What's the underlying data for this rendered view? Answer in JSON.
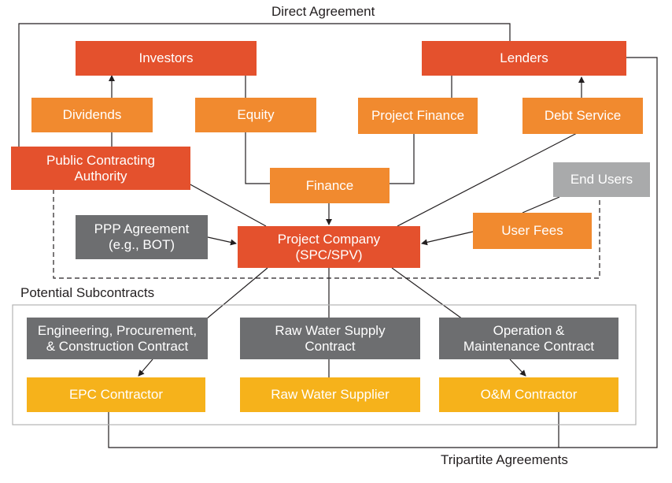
{
  "captions": {
    "direct_agreement": "Direct Agreement",
    "potential_subcontracts": "Potential Subcontracts",
    "tripartite_agreements": "Tripartite Agreements"
  },
  "nodes": {
    "investors": "Investors",
    "lenders": "Lenders",
    "dividends": "Dividends",
    "equity": "Equity",
    "project_finance": "Project Finance",
    "debt_service": "Debt Service",
    "public_contracting_authority": "Public Contracting\nAuthority",
    "finance": "Finance",
    "end_users": "End Users",
    "ppp_agreement": "PPP Agreement\n(e.g., BOT)",
    "project_company": "Project Company\n(SPC/SPV)",
    "user_fees": "User Fees",
    "epc_contract": "Engineering, Procurement,\n& Construction Contract",
    "raw_water_supply_contract": "Raw Water Supply\nContract",
    "om_contract": "Operation &\nMaintenance Contract",
    "epc_contractor": "EPC Contractor",
    "raw_water_supplier": "Raw Water Supplier",
    "om_contractor": "O&M Contractor"
  },
  "colors": {
    "red": "#e4512d",
    "orange": "#f18a2f",
    "gray": "#6d6e70",
    "light_gray": "#a9aaab",
    "yellow": "#f6b21b",
    "line": "#231f20"
  }
}
